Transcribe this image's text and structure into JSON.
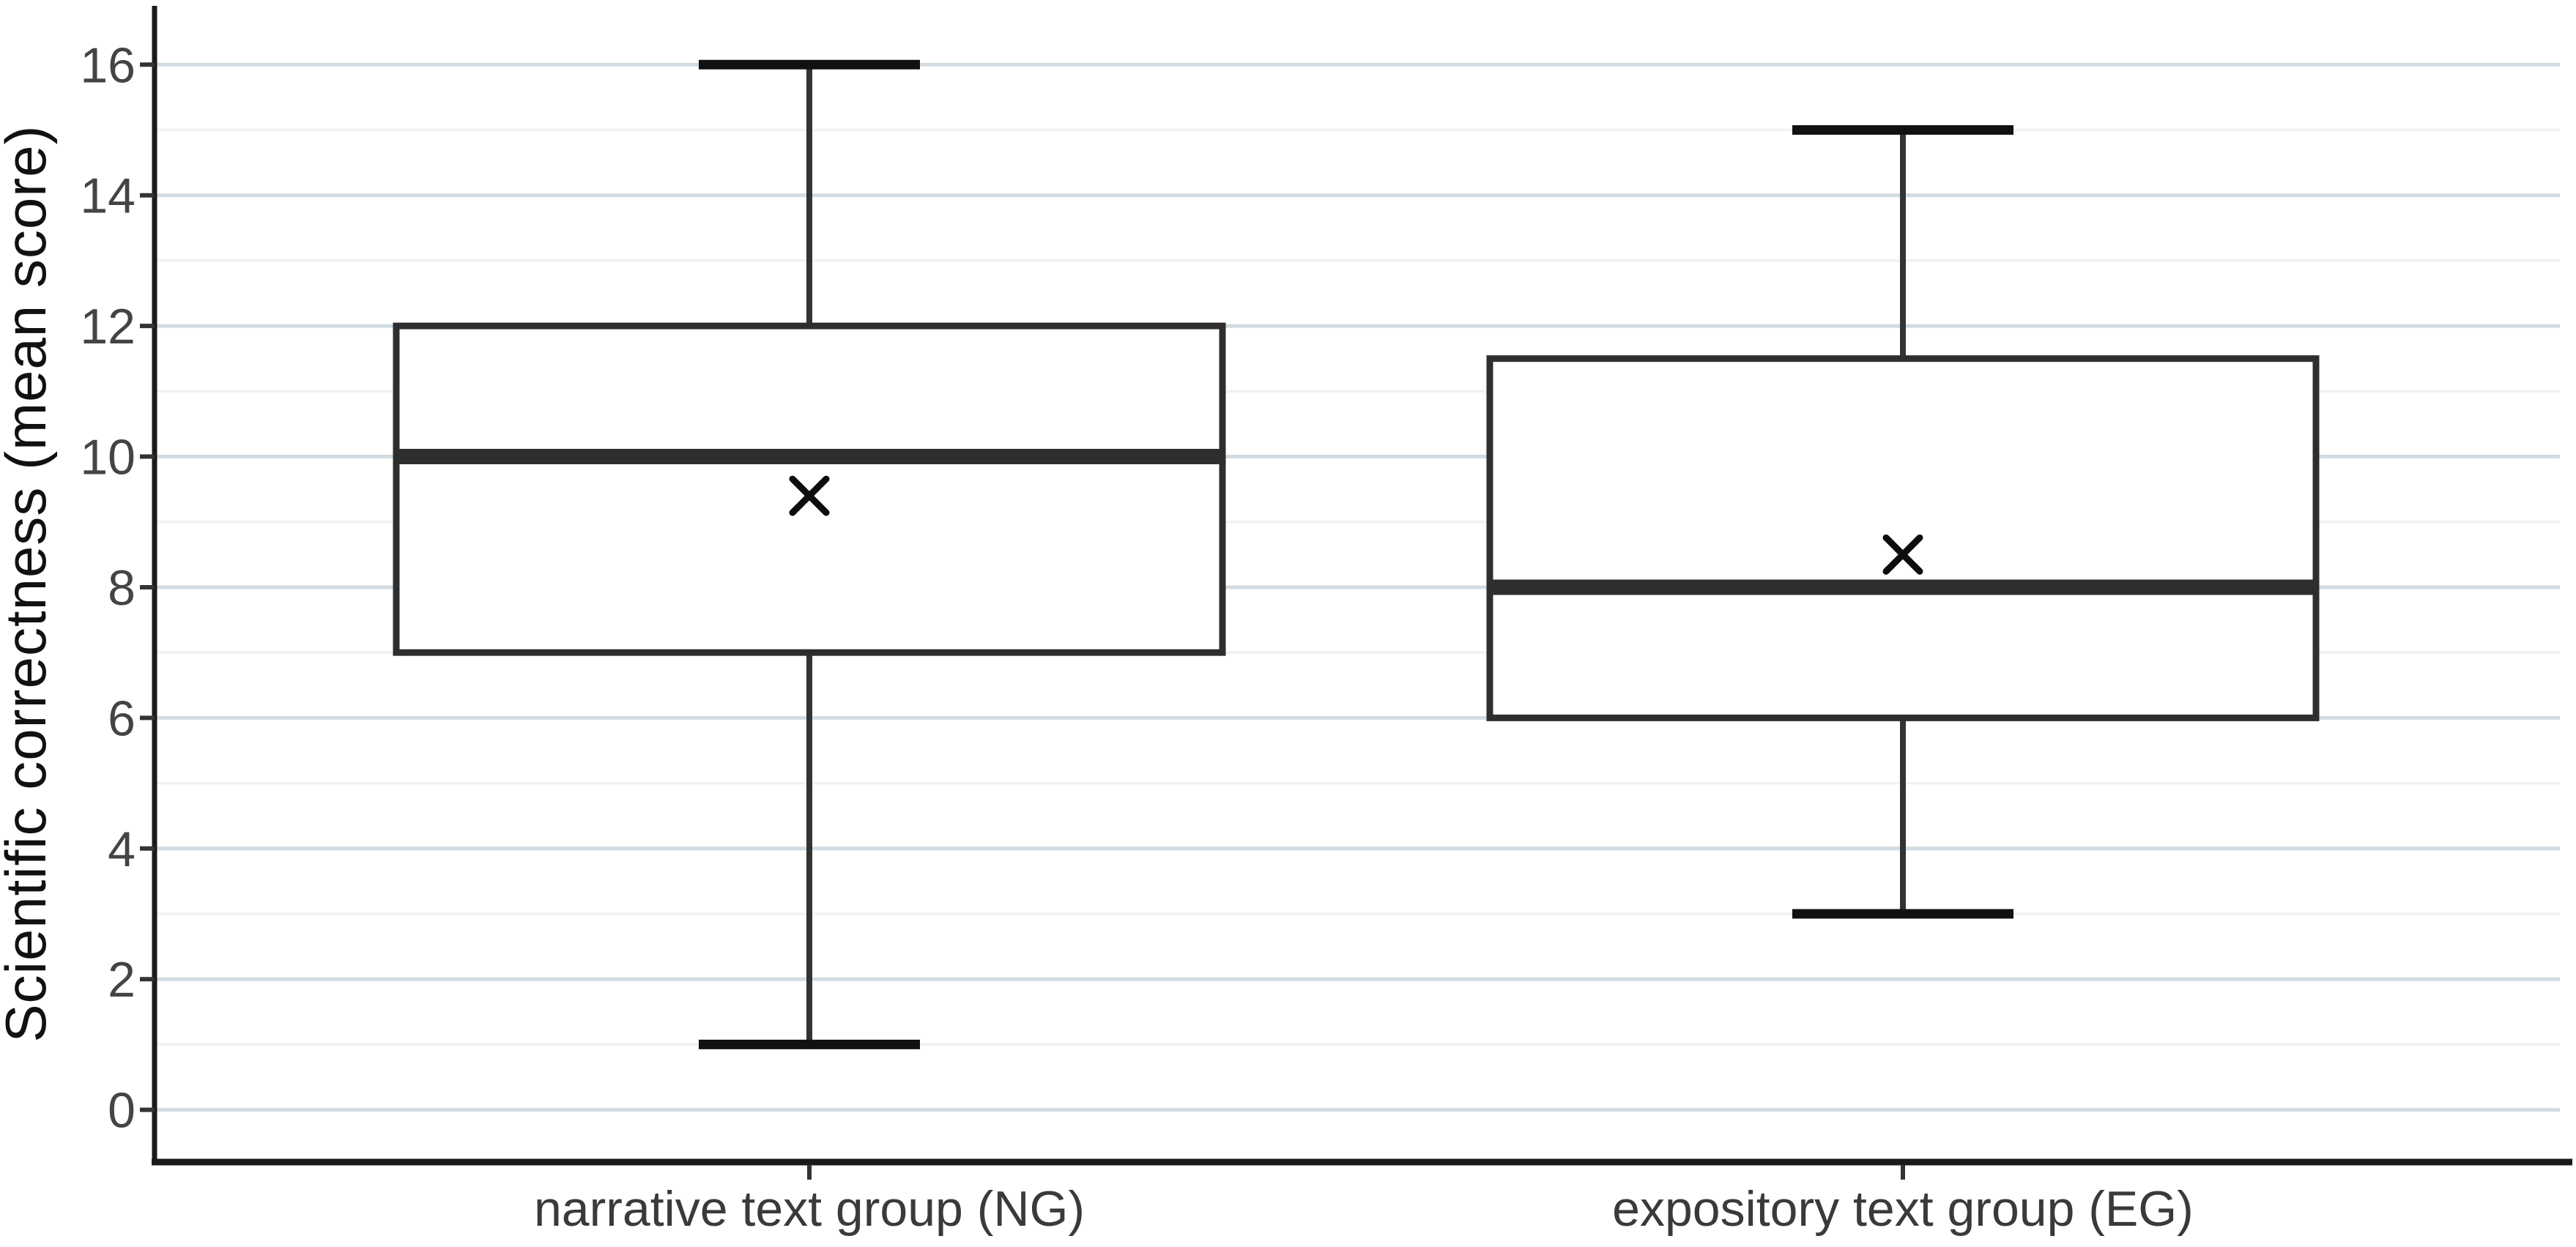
{
  "figure": {
    "background": "#ffffff"
  },
  "chart_data": {
    "type": "box",
    "title": "",
    "xlabel": "",
    "ylabel": "Scientific correctness (mean score)",
    "categories": [
      "narrative text group (NG)",
      "expository text group (EG)"
    ],
    "series": [
      {
        "name": "narrative text group (NG)",
        "min": 1,
        "q1": 7,
        "median": 10,
        "q3": 12,
        "max": 16,
        "mean": 9.4
      },
      {
        "name": "expository text group (EG)",
        "min": 3,
        "q1": 6,
        "median": 8,
        "q3": 11.5,
        "max": 15,
        "mean": 8.5
      }
    ],
    "ylim": [
      -0.8,
      16.9
    ],
    "yticks": [
      0,
      2,
      4,
      6,
      8,
      10,
      12,
      14,
      16
    ],
    "minor_gridlines": [
      1,
      3,
      5,
      7,
      9,
      11,
      13,
      15
    ],
    "grid": "horizontal, major and minor",
    "legend": "none",
    "mean_marker": "x",
    "colors": {
      "major_gridline": "#d0dbe2",
      "minor_gridline": "#eff1f2",
      "axis_line": "#1a1a1a",
      "tick_mark": "#333333",
      "tick_label": "#444444",
      "category_label": "#3a3a3a",
      "axis_title": "#111111",
      "box_stroke": "#2e2e2e",
      "box_fill": "#ffffff",
      "median_line": "#2e2e2e",
      "whisker_line": "#333333",
      "whisker_cap": "#111111",
      "mean_marker": "#0d0d0d"
    }
  }
}
